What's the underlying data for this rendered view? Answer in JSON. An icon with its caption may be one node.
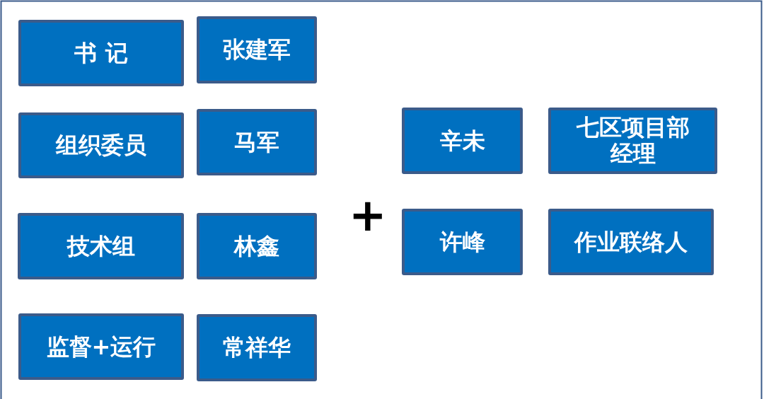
{
  "diagram": {
    "nodes": [
      {
        "text": [
          "书 记"
        ]
      },
      {
        "text": [
          "张建军"
        ]
      },
      {
        "text": [
          "组织委员"
        ]
      },
      {
        "text": [
          "马军"
        ]
      },
      {
        "text": [
          "技术组"
        ]
      },
      {
        "text": [
          "林鑫"
        ]
      },
      {
        "text": [
          "监督+运行"
        ]
      },
      {
        "text": [
          "常祥华"
        ]
      },
      {
        "text": [
          "辛未"
        ]
      },
      {
        "text": [
          "七区项目部经理"
        ]
      },
      {
        "text": [
          "许峰"
        ]
      },
      {
        "text": [
          "作业联络人"
        ]
      }
    ],
    "labels": [
      "+"
    ]
  }
}
